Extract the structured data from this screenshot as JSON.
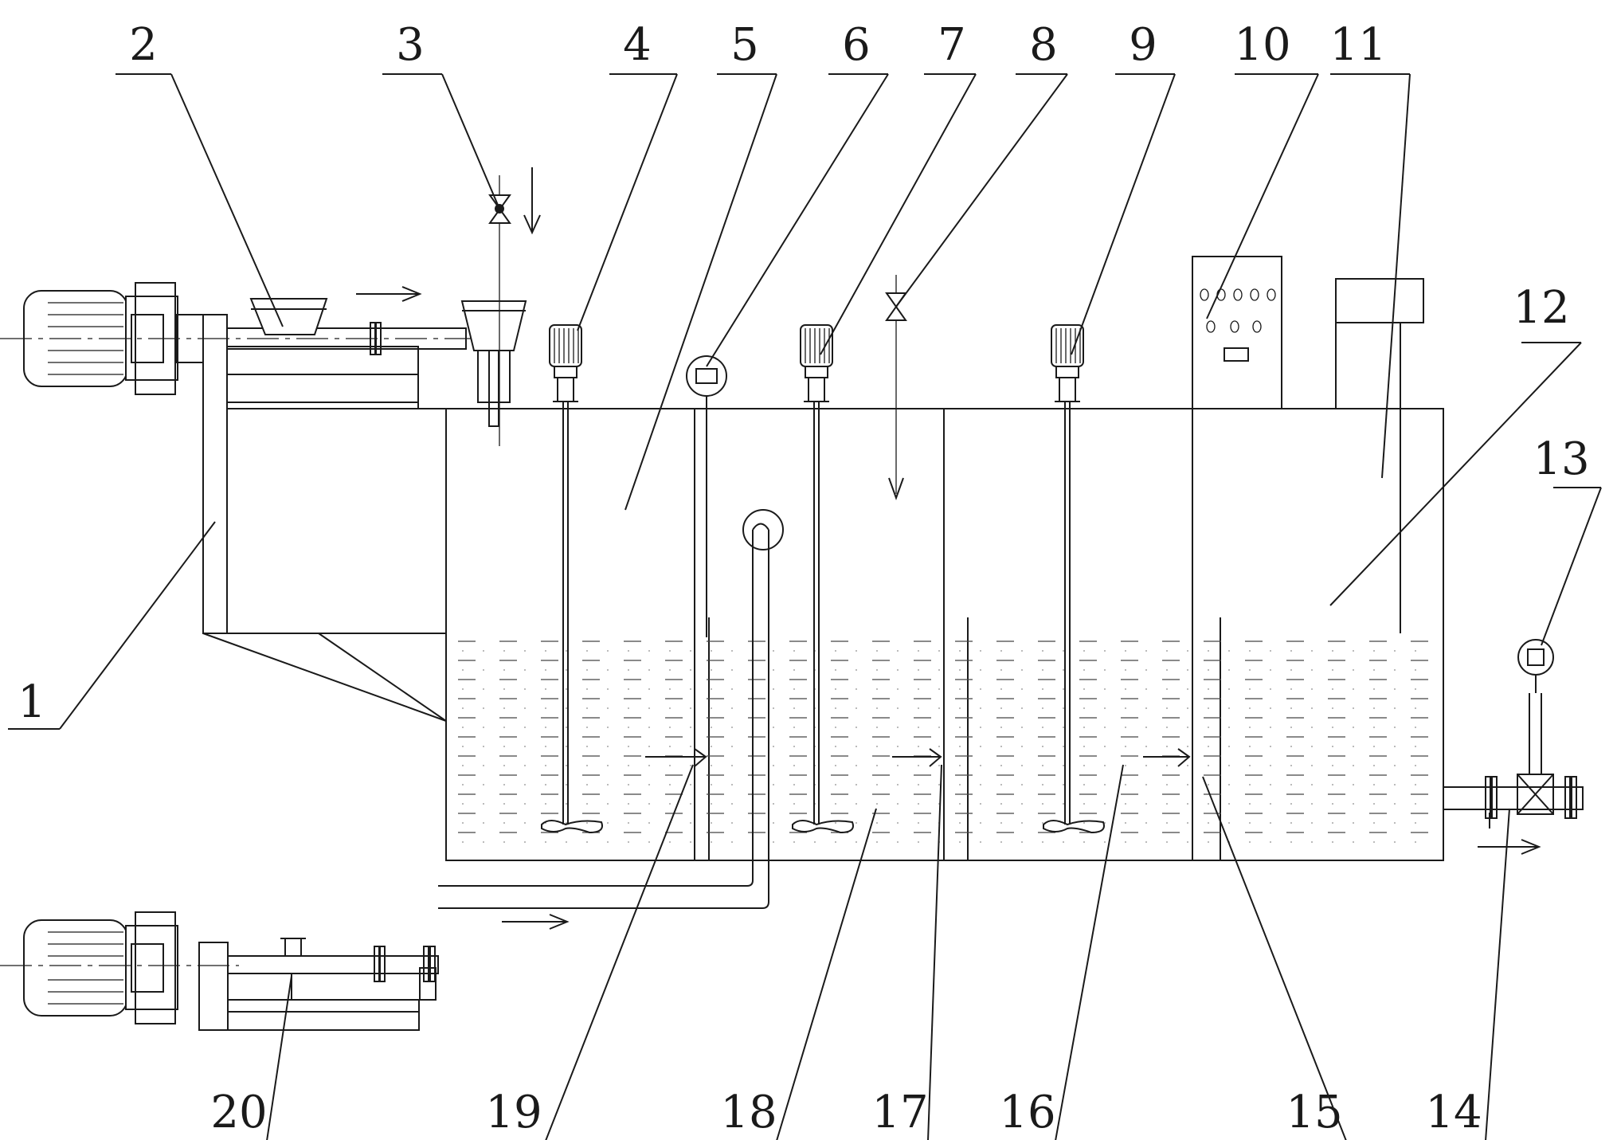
{
  "labels": {
    "l1": "1",
    "l2": "2",
    "l3": "3",
    "l4": "4",
    "l5": "5",
    "l6": "6",
    "l7": "7",
    "l8": "8",
    "l9": "9",
    "l10": "10",
    "l11": "11",
    "l12": "12",
    "l13": "13",
    "l14": "14",
    "l15": "15",
    "l16": "16",
    "l17": "17",
    "l18": "18",
    "l19": "19",
    "l20": "20"
  },
  "icons": {
    "motor": "motor-icon",
    "agitator": "agitator-icon",
    "valve": "valve-icon",
    "flow_arrow": "arrow-right-icon",
    "control_cabinet": "control-cabinet-icon",
    "gauge": "gauge-icon"
  },
  "colors": {
    "line": "#1a1a1a",
    "background": "#ffffff"
  }
}
